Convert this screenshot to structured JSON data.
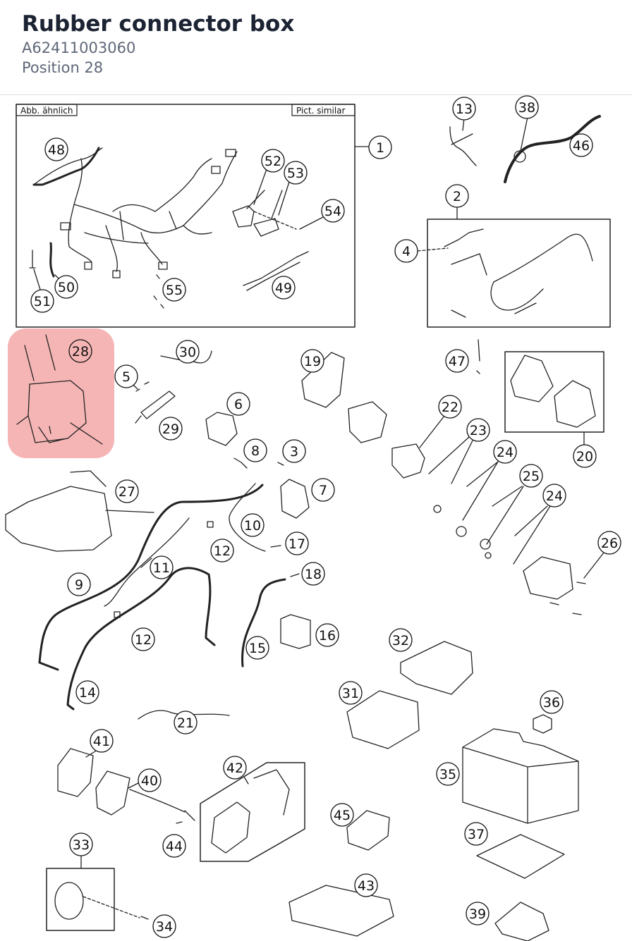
{
  "header": {
    "title": "Rubber connector box",
    "part_number": "A62411003060",
    "position": "Position 28"
  },
  "diagram": {
    "tag_left": "Abb. ähnlich",
    "tag_right": "Pict. similar",
    "highlight_color": "#f4a3a3",
    "highlighted_position": "28",
    "labels": [
      "1",
      "2",
      "3",
      "4",
      "5",
      "6",
      "7",
      "8",
      "9",
      "10",
      "11",
      "12",
      "12",
      "13",
      "14",
      "15",
      "16",
      "17",
      "18",
      "19",
      "20",
      "21",
      "22",
      "23",
      "24",
      "24",
      "25",
      "26",
      "27",
      "28",
      "29",
      "30",
      "31",
      "32",
      "33",
      "34",
      "35",
      "36",
      "37",
      "38",
      "39",
      "40",
      "41",
      "42",
      "43",
      "44",
      "45",
      "46",
      "47",
      "48",
      "49",
      "50",
      "51",
      "52",
      "53",
      "54",
      "55"
    ]
  }
}
